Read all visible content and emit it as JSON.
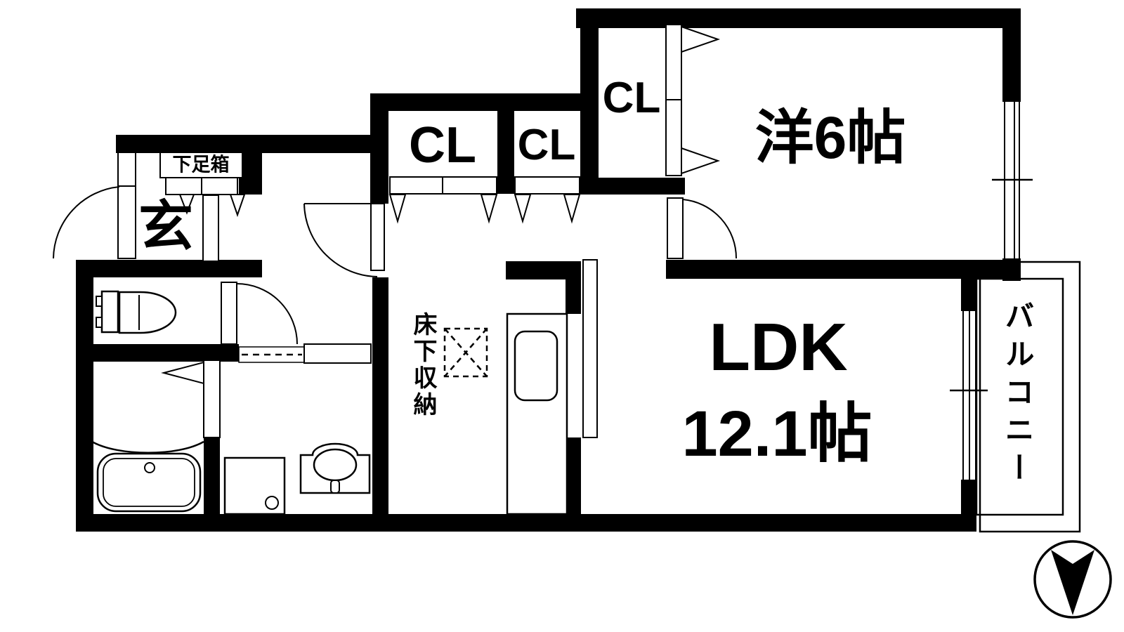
{
  "colors": {
    "wall": "#000000",
    "background": "#ffffff",
    "line": "#000000"
  },
  "rooms": {
    "entrance": {
      "label": "玄"
    },
    "shoe_box": {
      "label": "下足箱"
    },
    "closet_hall_1": {
      "label": "CL"
    },
    "closet_hall_2": {
      "label": "CL"
    },
    "closet_bedroom": {
      "label": "CL"
    },
    "western_room": {
      "label": "洋6帖"
    },
    "ldk": {
      "name": "LDK",
      "size": "12.1帖"
    },
    "underfloor_storage": {
      "label": "床下収納"
    },
    "balcony": {
      "label": "バルコニー"
    }
  }
}
